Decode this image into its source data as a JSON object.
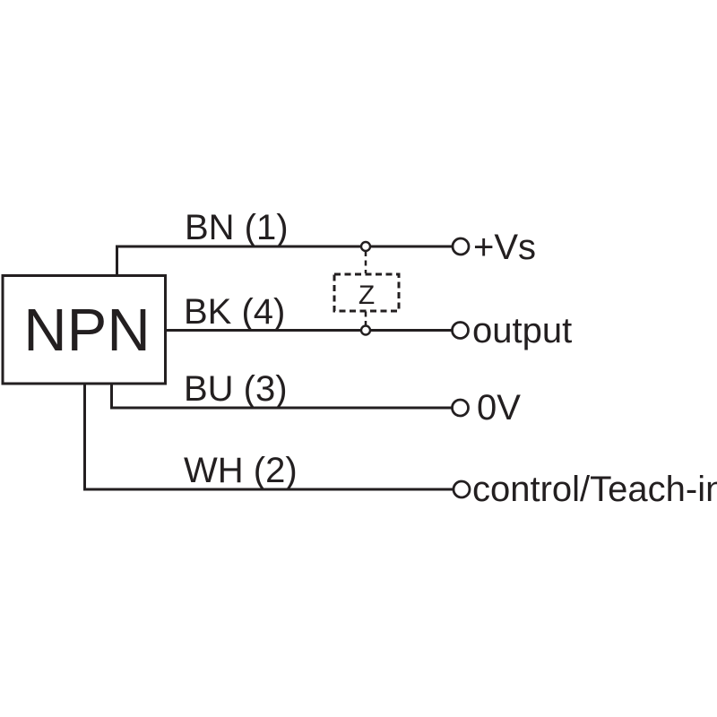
{
  "diagram": {
    "device": {
      "label": "NPN"
    },
    "wires": [
      {
        "id": "bn",
        "label": "BN (1)",
        "terminal": "+Vs"
      },
      {
        "id": "bk",
        "label": "BK (4)",
        "terminal": "output"
      },
      {
        "id": "bu",
        "label": "BU (3)",
        "terminal": "0V"
      },
      {
        "id": "wh",
        "label": "WH (2)",
        "terminal": "control/Teach-in"
      }
    ],
    "load": {
      "label": "Z"
    },
    "colors": {
      "ink": "#231f20",
      "background": "#ffffff"
    }
  }
}
